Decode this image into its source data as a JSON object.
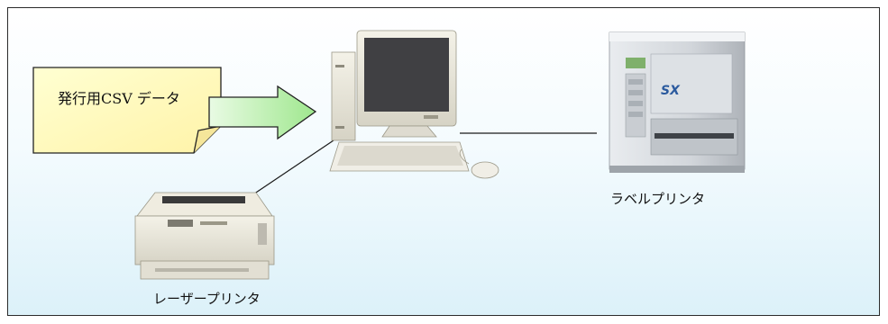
{
  "csv_document": {
    "label": "発行用CSV データ"
  },
  "devices": {
    "label_printer": "ラベルプリンタ",
    "laser_printer": "レーザープリンタ"
  },
  "label_printer_badge": "SX"
}
